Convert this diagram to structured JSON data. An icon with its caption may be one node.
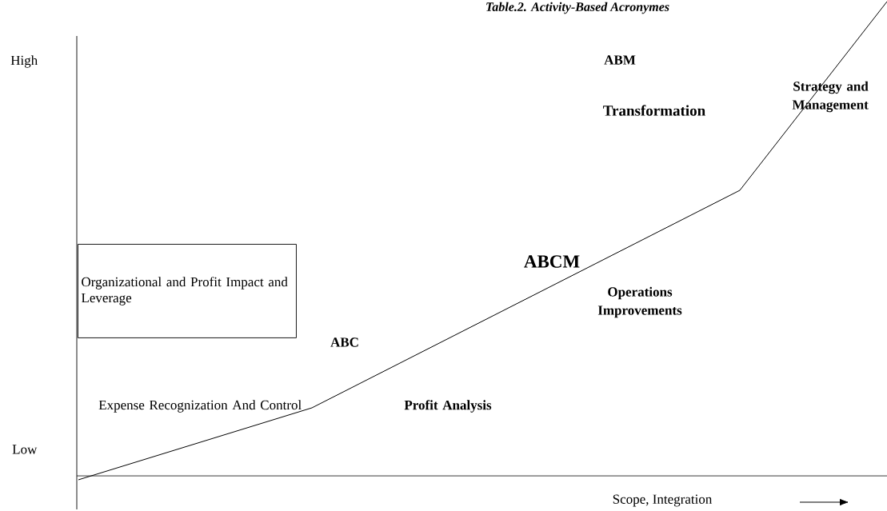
{
  "diagram": {
    "title": "Table.2. Activity-Based Acronymes",
    "nodes": [
      {
        "text": [
          "Organizational and Profit Impact and Leverage"
        ]
      }
    ],
    "labels": [
      "High",
      "ABM",
      "Strategy and Management",
      "Transformation",
      "ABCM",
      "Operations Improvements",
      "ABC",
      "Expense Recognization And Control",
      "Profit Analysis",
      "Low",
      "Scope, Integration"
    ]
  }
}
